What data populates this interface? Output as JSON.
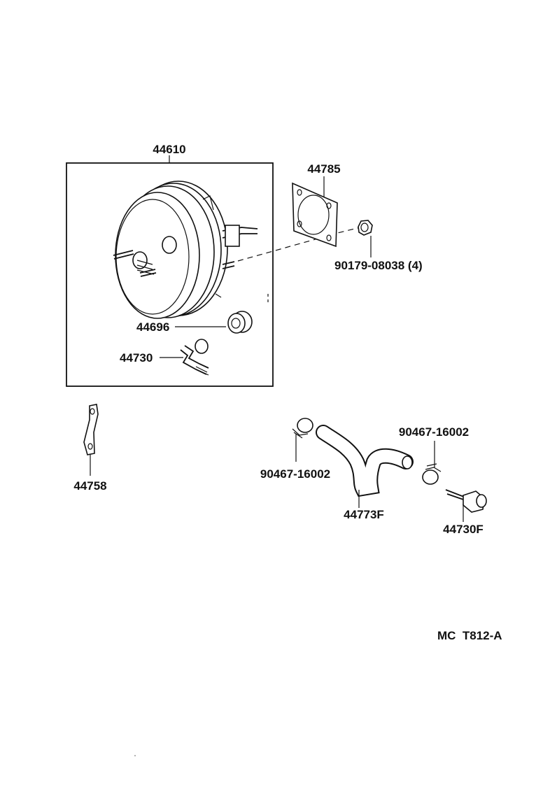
{
  "parts": {
    "booster_assembly": "44610",
    "gasket": "44785",
    "nut": "90179-08038 (4)",
    "grommet": "44696",
    "check_valve": "44730",
    "bracket": "44758",
    "clip_left": "90467-16002",
    "clip_right": "90467-16002",
    "vacuum_hose": "44773F",
    "union": "44730F"
  },
  "diagram_code": "MC  T812-A"
}
